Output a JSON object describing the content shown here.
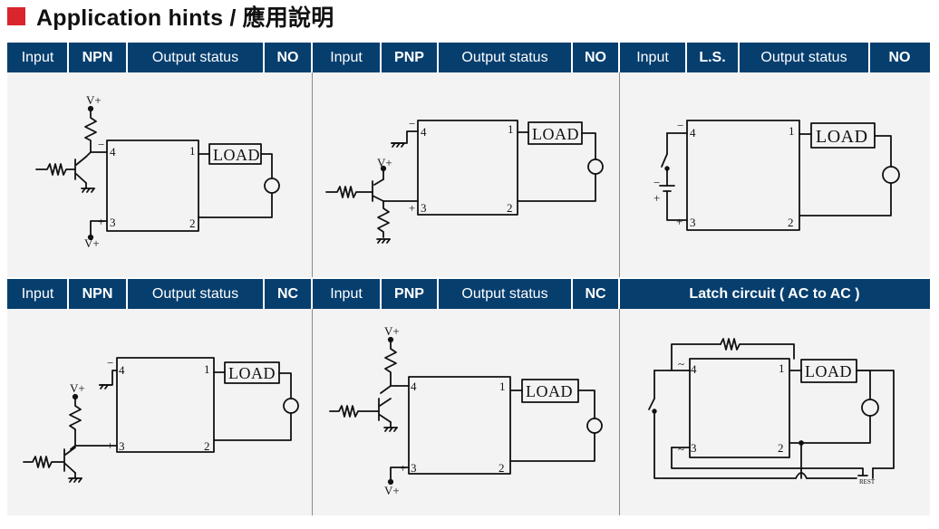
{
  "title": {
    "main": "Application hints / 應用說明"
  },
  "row1": [
    {
      "label": "Input",
      "bold": false
    },
    {
      "label": "NPN",
      "bold": true
    },
    {
      "label": "Output status",
      "bold": false
    },
    {
      "label": "NO",
      "bold": true
    },
    {
      "label": "Input",
      "bold": false
    },
    {
      "label": "PNP",
      "bold": true
    },
    {
      "label": "Output status",
      "bold": false
    },
    {
      "label": "NO",
      "bold": true
    },
    {
      "label": "Input",
      "bold": false
    },
    {
      "label": "L.S.",
      "bold": true
    },
    {
      "label": "Output status",
      "bold": false
    },
    {
      "label": "NO",
      "bold": true
    }
  ],
  "row2": [
    {
      "label": "Input",
      "bold": false
    },
    {
      "label": "NPN",
      "bold": true
    },
    {
      "label": "Output status",
      "bold": false
    },
    {
      "label": "NC",
      "bold": true
    },
    {
      "label": "Input",
      "bold": false
    },
    {
      "label": "PNP",
      "bold": true
    },
    {
      "label": "Output status",
      "bold": false
    },
    {
      "label": "NC",
      "bold": true
    },
    {
      "label": "Latch circuit ( AC to AC )",
      "bold": true
    }
  ],
  "diagram": {
    "load": "LOAD",
    "vplus": "V+",
    "rest": "REST",
    "pin1": "1",
    "pin2": "2",
    "pin3": "3",
    "pin4": "4",
    "plus": "+",
    "minus": "−",
    "tilde": "~"
  }
}
